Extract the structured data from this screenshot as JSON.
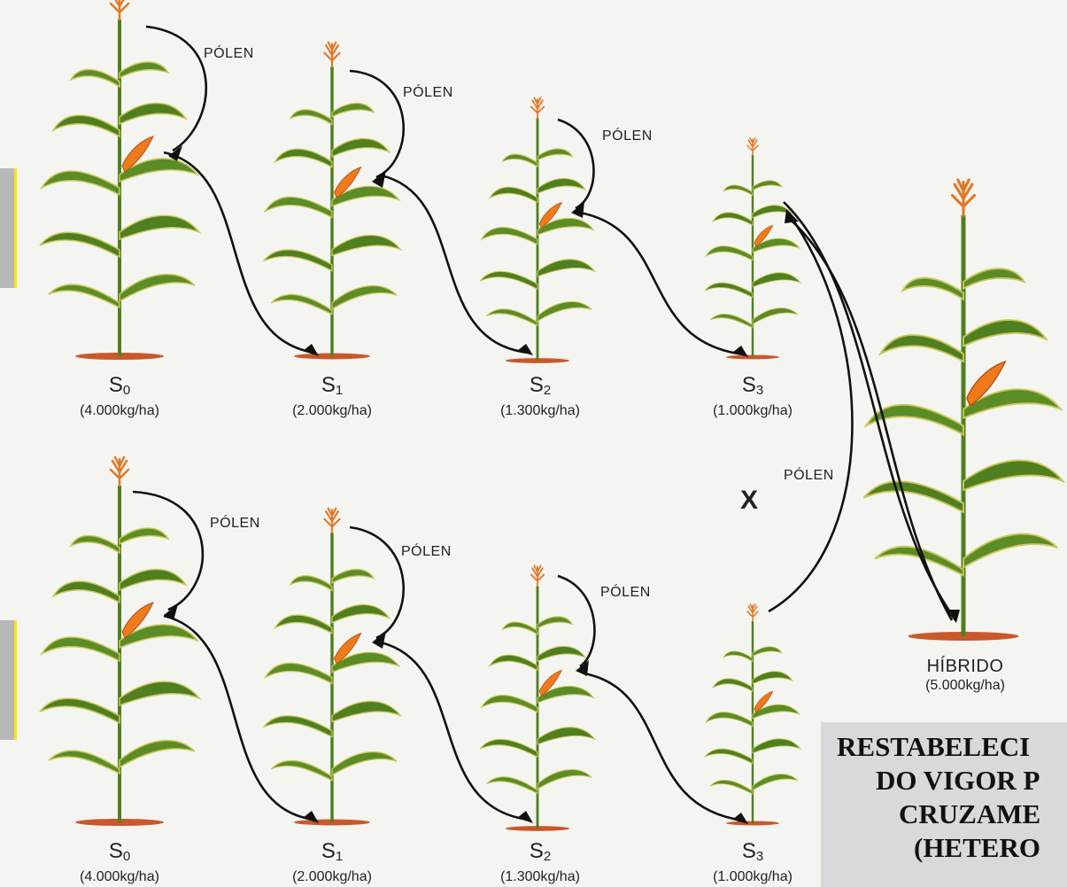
{
  "rows": [
    {
      "generations": [
        {
          "g": "S",
          "sub": "0",
          "yield": "(4.000kg/ha)"
        },
        {
          "g": "S",
          "sub": "1",
          "yield": "(2.000kg/ha)"
        },
        {
          "g": "S",
          "sub": "2",
          "yield": "(1.300kg/ha)"
        },
        {
          "g": "S",
          "sub": "3",
          "yield": "(1.000kg/ha)"
        }
      ],
      "pollen": [
        "PÓLEN",
        "PÓLEN",
        "PÓLEN"
      ]
    },
    {
      "generations": [
        {
          "g": "S",
          "sub": "0",
          "yield": "(4.000kg/ha)"
        },
        {
          "g": "S",
          "sub": "1",
          "yield": "(2.000kg/ha)"
        },
        {
          "g": "S",
          "sub": "2",
          "yield": "(1.300kg/ha)"
        },
        {
          "g": "S",
          "sub": "3",
          "yield": "(1.000kg/ha)"
        }
      ],
      "pollen": [
        "PÓLEN",
        "PÓLEN",
        "PÓLEN"
      ]
    }
  ],
  "cross": {
    "symbol": "X",
    "pollen_label": "PÓLEN"
  },
  "hybrid": {
    "label": "HÍBRIDO",
    "yield": "(5.000kg/ha)"
  },
  "caption": {
    "lines": [
      "RESTABELECI",
      "DO VIGOR P",
      "CRUZAME",
      "(HETERO"
    ]
  },
  "colors": {
    "leaf": "#4f7f1f",
    "leaf_edge": "#c9c65a",
    "tassel": "#e07a2a",
    "ear": "#ee7a1c",
    "soil": "#c9582a",
    "tab_accent": "#ffe600"
  }
}
